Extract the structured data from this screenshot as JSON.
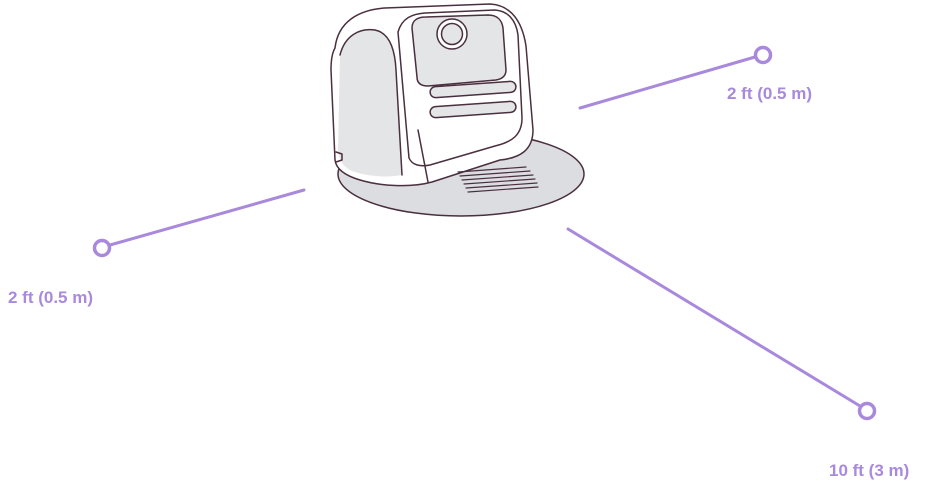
{
  "colors": {
    "accent": "#a889db",
    "outline": "#4a2f3f",
    "body_fill": "#ffffff",
    "shade_fill": "#e4e5e7",
    "base_fill": "#dcdde0"
  },
  "labels": {
    "top_right": "2 ft (0.5 m)",
    "left": "2 ft (0.5 m)",
    "bottom_right": "10 ft (3 m)"
  },
  "icons": {
    "device": "air-fryer-device-icon",
    "endpoint": "ring-endpoint-icon"
  }
}
